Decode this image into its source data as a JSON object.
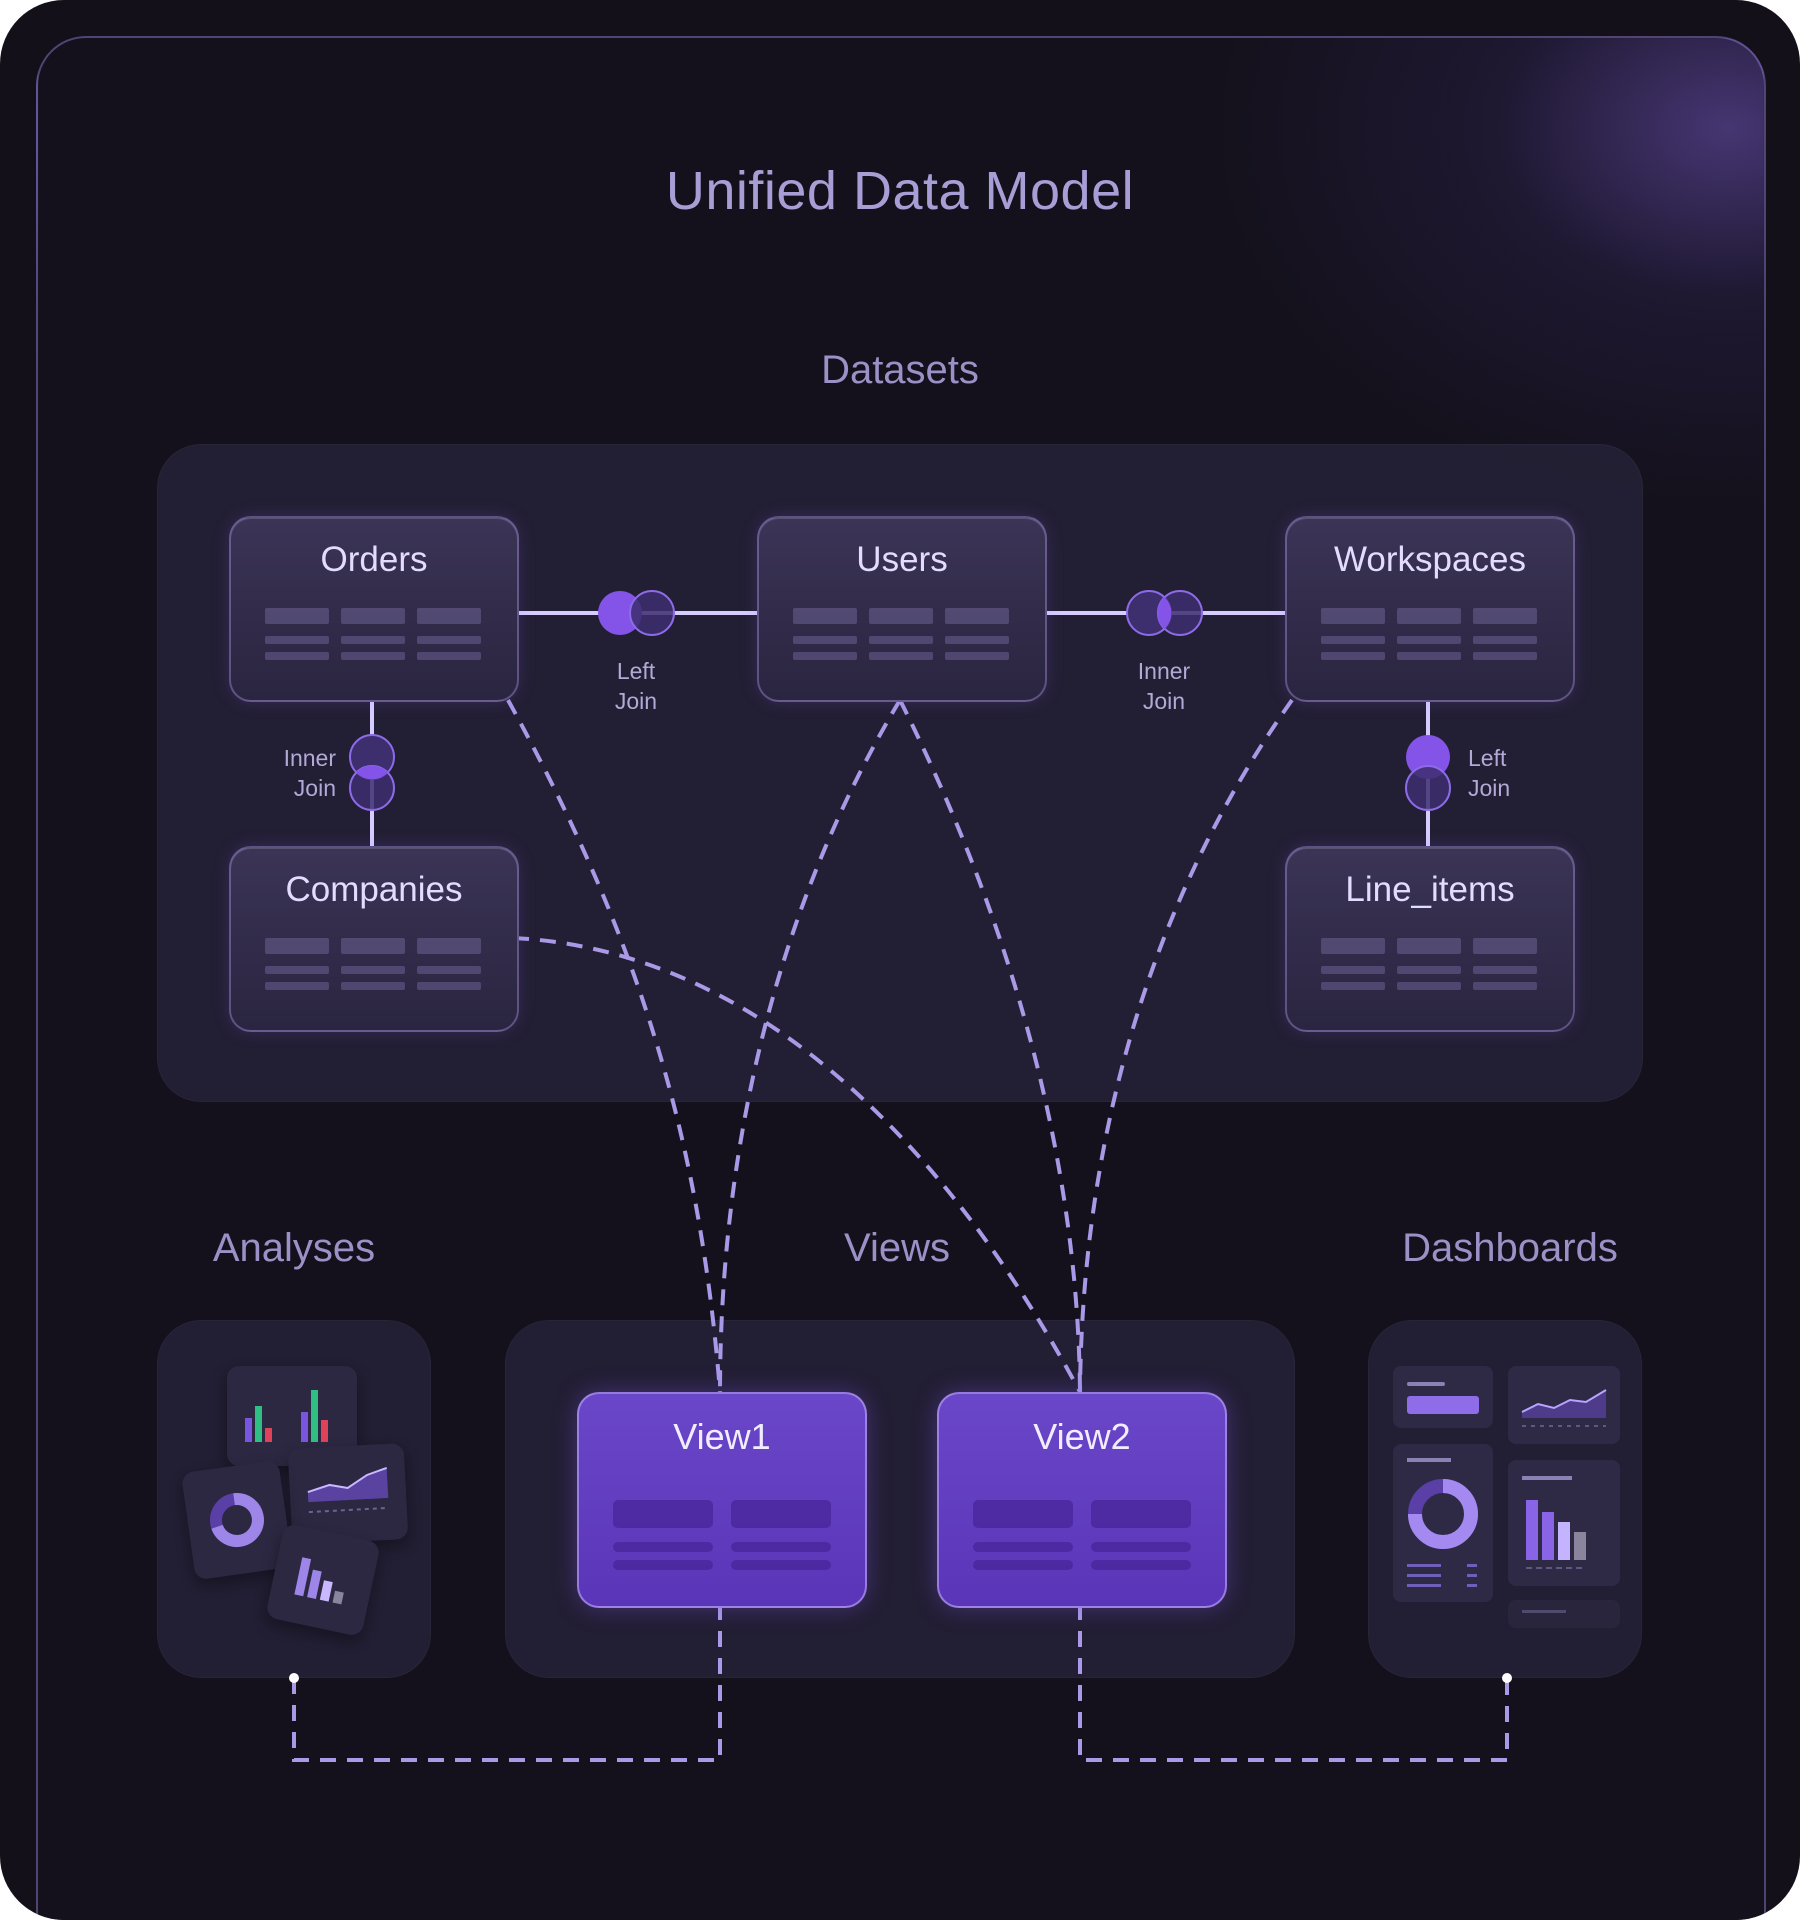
{
  "title": "Unified Data Model",
  "sections": {
    "datasets": "Datasets",
    "analyses": "Analyses",
    "views": "Views",
    "dashboards": "Dashboards"
  },
  "datasets": {
    "orders": "Orders",
    "users": "Users",
    "workspaces": "Workspaces",
    "companies": "Companies",
    "line_items": "Line_items"
  },
  "joins": {
    "orders_users": {
      "line1": "Left",
      "line2": "Join"
    },
    "users_workspaces": {
      "line1": "Inner",
      "line2": "Join"
    },
    "orders_companies": {
      "line1": "Inner",
      "line2": "Join"
    },
    "workspaces_line_items": {
      "line1": "Left",
      "line2": "Join"
    }
  },
  "views": {
    "view1": "View1",
    "view2": "View2"
  },
  "colors": {
    "background": "#131019",
    "accent": "#7a55e0",
    "title_text": "#a89ed6",
    "wire": "#b8a8f0"
  }
}
